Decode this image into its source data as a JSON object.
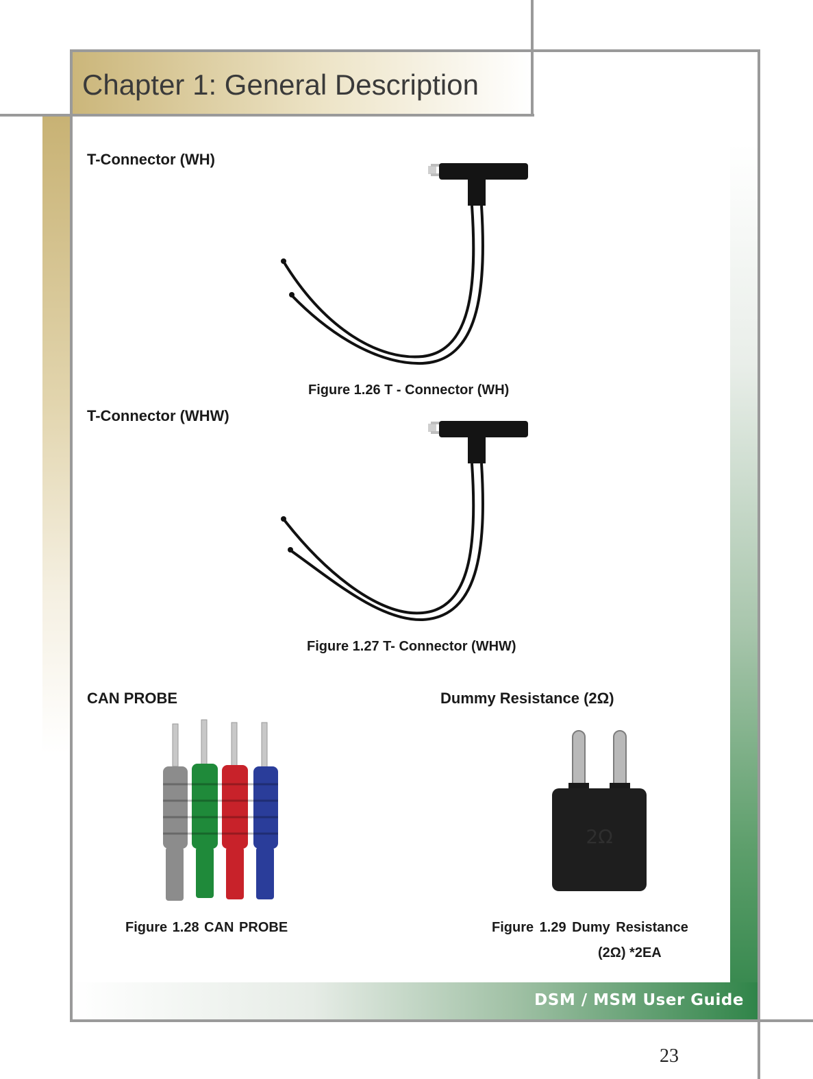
{
  "header": {
    "chapter_title": "Chapter 1: General Description"
  },
  "sections": {
    "tconnector_wh": {
      "heading": "T-Connector (WH)",
      "caption": "Figure 1.26 T - Connector (WH)"
    },
    "tconnector_whw": {
      "heading": "T-Connector (WHW)",
      "caption": "Figure 1.27 T- Connector (WHW)"
    },
    "can_probe": {
      "heading": "CAN PROBE",
      "caption": "Figure  1.28  CAN  PROBE"
    },
    "dummy_resistance": {
      "heading": "Dummy Resistance (2Ω)",
      "caption_line1": "Figure  1.29  Dumy  Resistance",
      "caption_line2": "(2Ω) *2EA"
    }
  },
  "footer": {
    "guide_title": "DSM / MSM User Guide",
    "page_number": "23"
  },
  "colors": {
    "gold": "#c8b274",
    "green": "#2f8448",
    "frame": "#9a9a9a",
    "probe_gray": "#8c8c8c",
    "probe_green": "#1f8a3a",
    "probe_red": "#c8222a",
    "probe_blue": "#2a3d9a"
  }
}
